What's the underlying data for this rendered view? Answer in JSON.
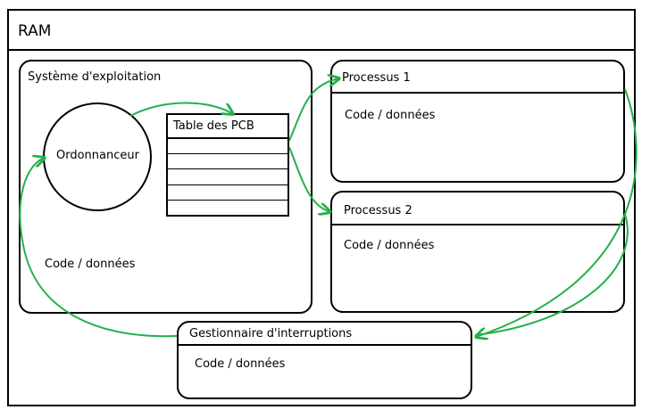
{
  "ram": {
    "title": "RAM"
  },
  "os": {
    "title": "Système d'exploitation",
    "scheduler": "Ordonnanceur",
    "pcb_table": "Table des PCB",
    "code": "Code / données"
  },
  "process1": {
    "title": "Processus 1",
    "code": "Code / données"
  },
  "process2": {
    "title": "Processus 2",
    "code": "Code / données"
  },
  "interrupt_handler": {
    "title": "Gestionnaire d'interruptions",
    "code": "Code / données"
  },
  "colors": {
    "arrow": "#22b04b",
    "border": "#000000",
    "background": "#ffffff"
  }
}
